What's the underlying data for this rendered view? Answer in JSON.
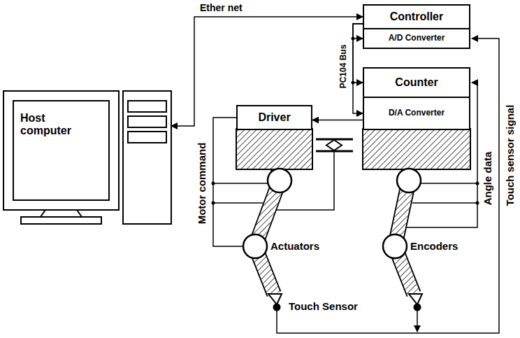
{
  "diagram": {
    "nodes": [
      {
        "text": [
          "Host computer"
        ]
      },
      {
        "text": [
          "Controller"
        ]
      },
      {
        "text": [
          "A/D Converter"
        ]
      },
      {
        "text": [
          "Counter"
        ]
      },
      {
        "text": [
          "D/A Converter"
        ]
      },
      {
        "text": [
          "Driver"
        ]
      }
    ],
    "edges": [
      {
        "from": 1,
        "to": 0,
        "arrow": "both",
        "label": "Ether net"
      },
      {
        "from": 1,
        "to": 2,
        "arrow": "to"
      },
      {
        "from": 1,
        "to": 3,
        "arrow": "to"
      },
      {
        "from": 1,
        "to": 4,
        "arrow": "to"
      },
      {
        "from": 4,
        "to": 5,
        "arrow": "to"
      }
    ],
    "labels": [
      "PC104 Bus",
      "Motor command",
      "Angle data",
      "Touch sensor signal",
      "Actuators",
      "Encoders",
      "Touch Sensor"
    ]
  }
}
